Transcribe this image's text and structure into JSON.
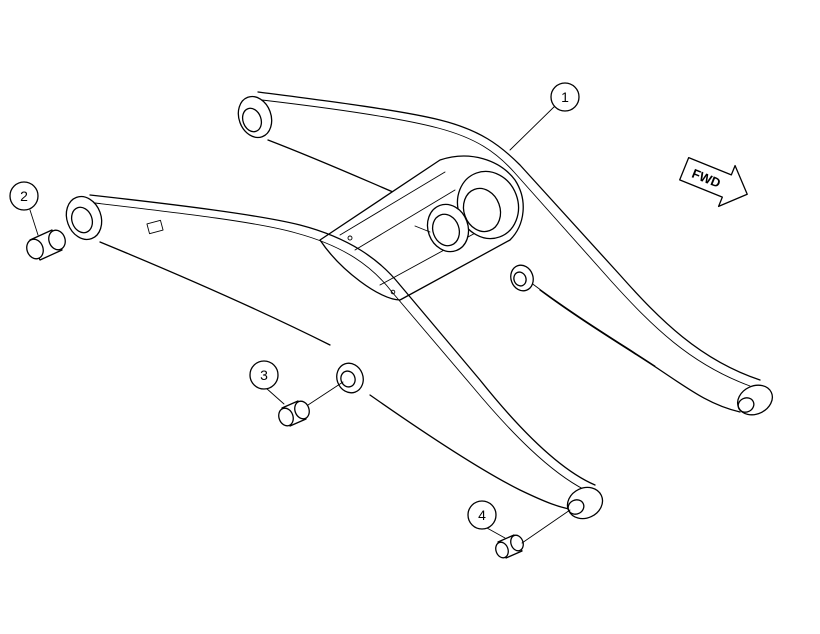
{
  "callouts": [
    {
      "id": "1",
      "label": "1"
    },
    {
      "id": "2",
      "label": "2"
    },
    {
      "id": "3",
      "label": "3"
    },
    {
      "id": "4",
      "label": "4"
    }
  ],
  "direction_arrow": {
    "label": "FWD"
  }
}
